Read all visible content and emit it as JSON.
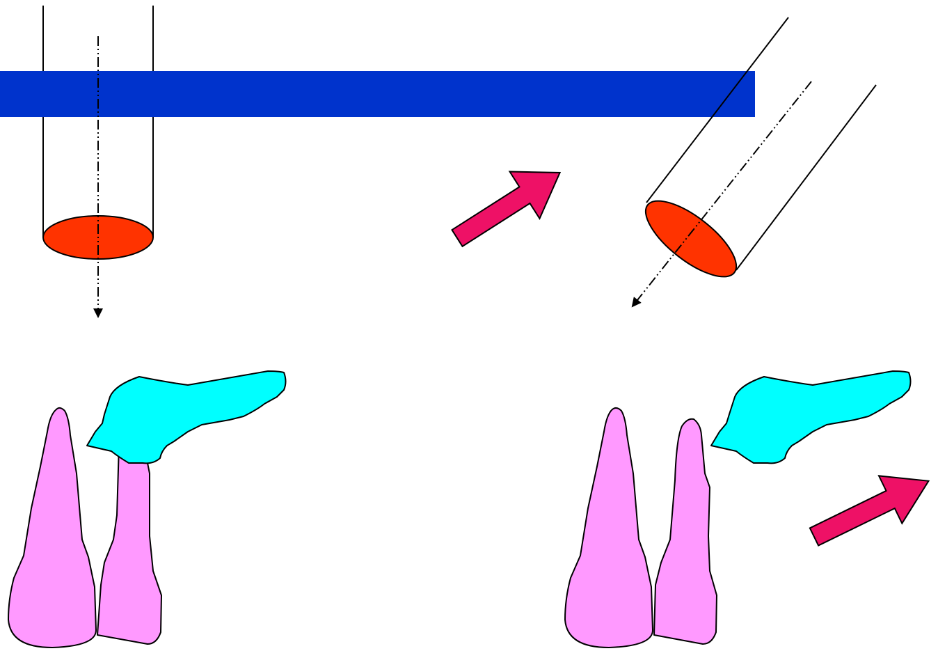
{
  "colors": {
    "background": "#ffffff",
    "bar": "#0033cc",
    "beam_end": "#ff3300",
    "arrow": "#ee1166",
    "tooth": "#ff99ff",
    "overlapping_structure": "#00ffff",
    "outline": "#000000"
  },
  "panels": [
    {
      "name": "perpendicular-projection",
      "beam_angle": "vertical",
      "structure_overlaps_tooth": true
    },
    {
      "name": "angled-projection",
      "beam_angle": "oblique",
      "structure_overlaps_tooth": false
    }
  ],
  "icons": [
    "dash-dot-arrow-icon",
    "block-arrow-icon"
  ]
}
